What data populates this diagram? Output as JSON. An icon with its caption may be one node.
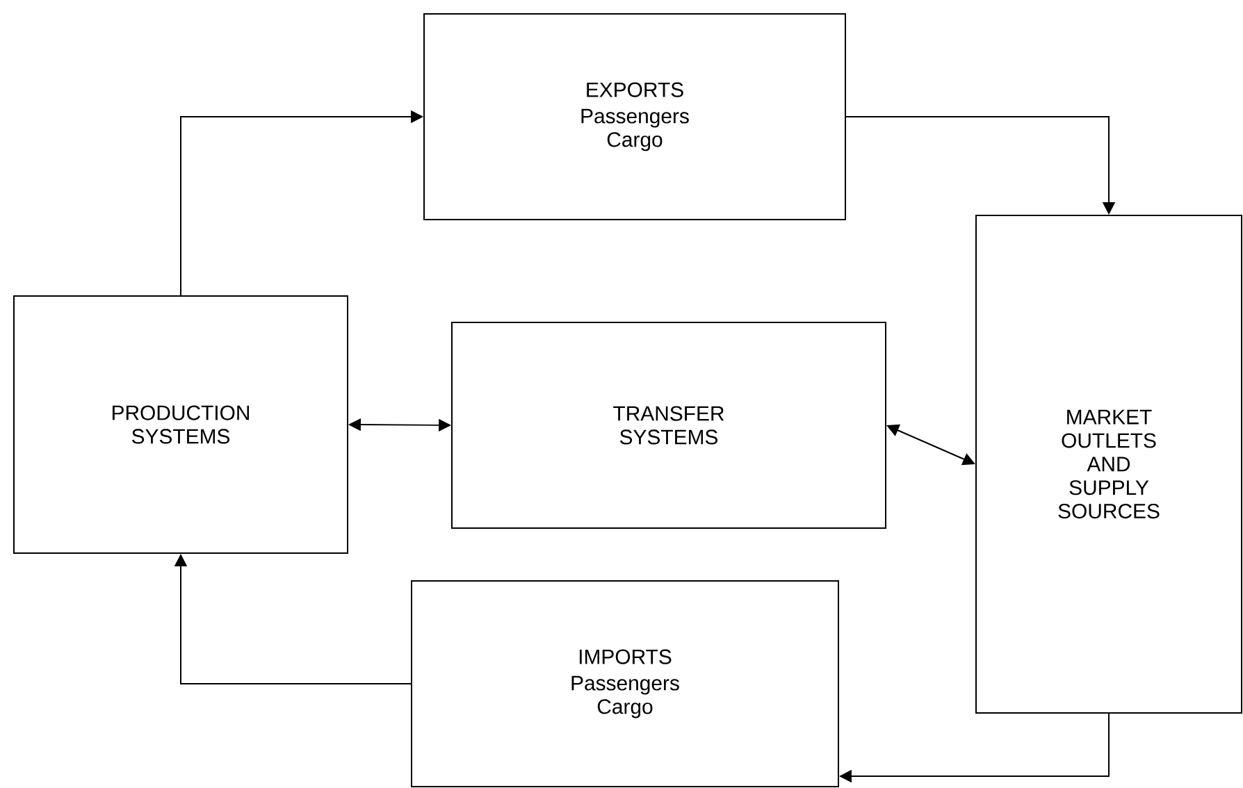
{
  "diagram": {
    "nodes": [
      {
        "text": [
          "PRODUCTION SYSTEMS"
        ]
      },
      {
        "text": [
          "EXPORTS",
          "Passengers Cargo"
        ]
      },
      {
        "text": [
          "TRANSFER SYSTEMS"
        ]
      },
      {
        "text": [
          "MARKET OUTLETS AND SUPPLY SOURCES"
        ]
      },
      {
        "text": [
          "IMPORTS",
          "Passengers Cargo"
        ]
      }
    ],
    "edges": [
      {
        "from": 0,
        "to": 1,
        "arrow": "to"
      },
      {
        "from": 1,
        "to": 3,
        "arrow": "to"
      },
      {
        "from": 0,
        "to": 2,
        "arrow": "both"
      },
      {
        "from": 2,
        "to": 3,
        "arrow": "both"
      },
      {
        "from": 3,
        "to": 4,
        "arrow": "to"
      },
      {
        "from": 4,
        "to": 0,
        "arrow": "to"
      }
    ]
  }
}
